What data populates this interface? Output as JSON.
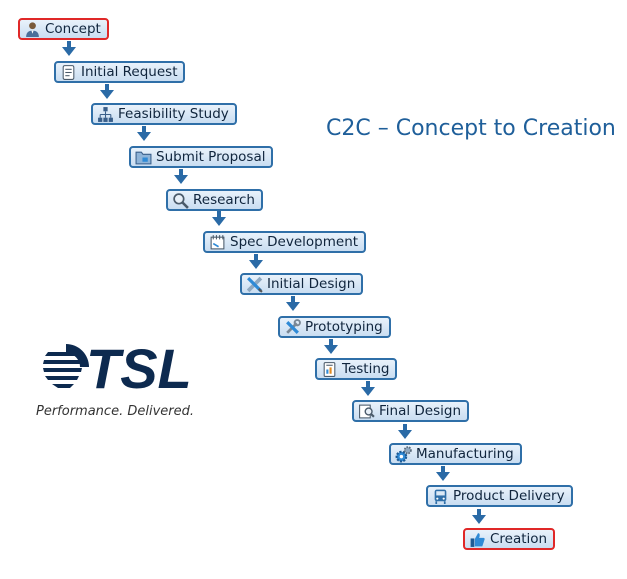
{
  "title": "C2C – Concept to Creation",
  "logo": {
    "text": "TSL",
    "tagline": "Performance. Delivered."
  },
  "colors": {
    "step_border": "#2f6fa8",
    "highlight_border": "#e02828",
    "arrow": "#2a6aa6",
    "title": "#1f5f9a",
    "logo": "#0d2a4f"
  },
  "steps": [
    {
      "label": "Concept",
      "icon": "user-icon"
    },
    {
      "label": "Initial Request",
      "icon": "document-icon"
    },
    {
      "label": "Feasibility Study",
      "icon": "org-chart-icon"
    },
    {
      "label": "Submit Proposal",
      "icon": "folder-icon"
    },
    {
      "label": "Research",
      "icon": "magnifier-icon"
    },
    {
      "label": "Spec Development",
      "icon": "notepad-icon"
    },
    {
      "label": "Initial Design",
      "icon": "ruler-pencil-icon"
    },
    {
      "label": "Prototyping",
      "icon": "tools-icon"
    },
    {
      "label": "Testing",
      "icon": "report-icon"
    },
    {
      "label": "Final Design",
      "icon": "blueprint-icon"
    },
    {
      "label": "Manufacturing",
      "icon": "gears-icon"
    },
    {
      "label": "Product Delivery",
      "icon": "bus-icon"
    },
    {
      "label": "Creation",
      "icon": "thumbs-up-icon"
    }
  ]
}
